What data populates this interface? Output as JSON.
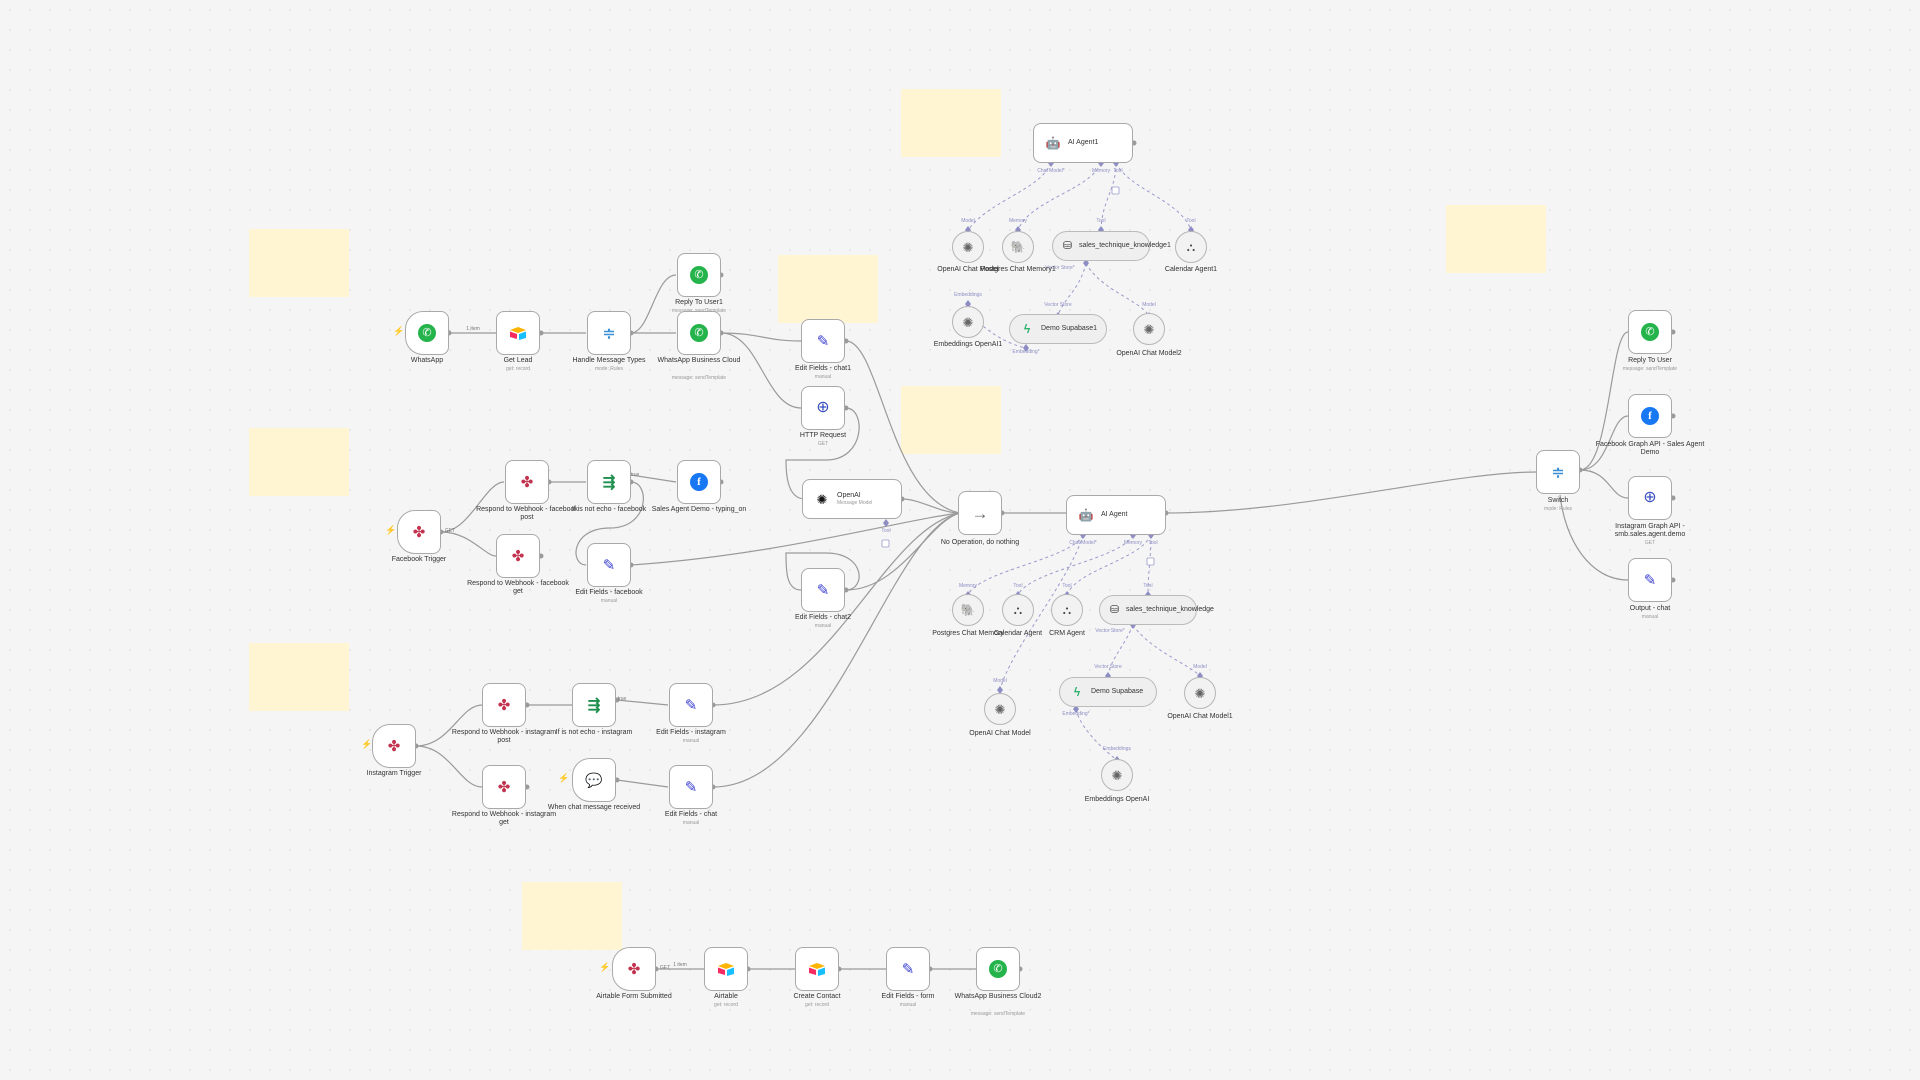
{
  "workflow": {
    "nodes": {
      "whatsapp": {
        "name": "WhatsApp",
        "icon": "whatsapp-icon"
      },
      "get_lead": {
        "name": "Get Lead",
        "sub": "get: record",
        "icon": "airtable-icon"
      },
      "handle_types": {
        "name": "Handle Message Types",
        "sub": "mode: Rules",
        "icon": "switch-icon"
      },
      "reply_user1": {
        "name": "Reply To User1",
        "sub": "message: sendTemplate",
        "icon": "whatsapp-icon"
      },
      "wa_cloud": {
        "name": "WhatsApp Business Cloud",
        "sub": "message: sendTemplate",
        "icon": "whatsapp-icon"
      },
      "edit_chat1": {
        "name": "Edit Fields - chat1",
        "sub": "manual",
        "icon": "pencil-icon"
      },
      "http_request": {
        "name": "HTTP Request",
        "sub": "GET",
        "icon": "globe-icon"
      },
      "openai_msg": {
        "name": "OpenAI",
        "sub": "Message Model",
        "icon": "openai-icon"
      },
      "fb_trigger": {
        "name": "Facebook Trigger",
        "icon": "webhook-icon"
      },
      "resp_fb_post": {
        "name": "Respond to Webhook - facebook post",
        "icon": "webhook-icon"
      },
      "resp_fb_get": {
        "name": "Respond to Webhook - facebook get",
        "icon": "webhook-icon"
      },
      "not_echo_fb": {
        "name": "If is not echo - facebook",
        "icon": "filter-icon"
      },
      "sales_typing": {
        "name": "Sales Agent Demo - typing_on",
        "icon": "facebook-icon"
      },
      "edit_fb": {
        "name": "Edit Fields - facebook",
        "sub": "manual",
        "icon": "pencil-icon"
      },
      "edit_chat2": {
        "name": "Edit Fields - chat2",
        "sub": "manual",
        "icon": "pencil-icon"
      },
      "no_op": {
        "name": "No Operation, do nothing",
        "icon": "arrow-right-icon"
      },
      "ig_trigger": {
        "name": "Instagram Trigger",
        "icon": "webhook-icon"
      },
      "resp_ig_post": {
        "name": "Respond to Webhook - instagram post",
        "icon": "webhook-icon"
      },
      "resp_ig_get": {
        "name": "Respond to Webhook - instagram get",
        "icon": "webhook-icon"
      },
      "not_echo_ig": {
        "name": "If is not echo - instagram",
        "icon": "filter-icon"
      },
      "edit_ig": {
        "name": "Edit Fields - instagram",
        "sub": "manual",
        "icon": "pencil-icon"
      },
      "chat_received": {
        "name": "When chat message received",
        "icon": "chat-icon"
      },
      "edit_chat": {
        "name": "Edit Fields - chat",
        "sub": "manual",
        "icon": "pencil-icon"
      },
      "ai_agent1": {
        "name": "AI Agent1",
        "icon": "robot-icon"
      },
      "openai_chat_model": {
        "name": "OpenAI Chat Model",
        "icon": "openai-icon"
      },
      "postgres_mem1": {
        "name": "Postgres Chat Memory1",
        "icon": "postgres-icon"
      },
      "sales_kb1": {
        "name": "sales_technique_knowledge1",
        "icon": "database-icon"
      },
      "calendar_agent1": {
        "name": "Calendar Agent1",
        "icon": "network-icon"
      },
      "emb_openai1": {
        "name": "Embeddings OpenAI1",
        "icon": "openai-icon"
      },
      "supabase1": {
        "name": "Demo Supabase1",
        "icon": "supabase-icon"
      },
      "openai_chat_model2": {
        "name": "OpenAI Chat Model2",
        "icon": "openai-icon"
      },
      "ai_agent": {
        "name": "AI Agent",
        "icon": "robot-icon"
      },
      "postgres_mem": {
        "name": "Postgres Chat Memory",
        "icon": "postgres-icon"
      },
      "calendar_agent": {
        "name": "Calendar Agent",
        "icon": "network-icon"
      },
      "crm_agent": {
        "name": "CRM Agent",
        "icon": "network-icon"
      },
      "sales_kb": {
        "name": "sales_technique_knowledge",
        "icon": "database-icon"
      },
      "supabase": {
        "name": "Demo Supabase",
        "icon": "supabase-icon"
      },
      "openai_chat_model_b": {
        "name": "OpenAI Chat Model",
        "icon": "openai-icon"
      },
      "openai_chat_model1": {
        "name": "OpenAI Chat Model1",
        "icon": "openai-icon"
      },
      "emb_openai": {
        "name": "Embeddings OpenAI",
        "icon": "openai-icon"
      },
      "switch": {
        "name": "Switch",
        "sub": "mode: Rules",
        "icon": "switch-icon"
      },
      "reply_user": {
        "name": "Reply To User",
        "sub": "message: sendTemplate",
        "icon": "whatsapp-icon"
      },
      "fb_graph": {
        "name": "Facebook Graph API - Sales Agent Demo",
        "icon": "facebook-icon"
      },
      "ig_graph": {
        "name": "Instagram Graph API - smb.sales.agent.demo",
        "sub": "GET",
        "icon": "globe-icon"
      },
      "output_chat": {
        "name": "Output - chat",
        "sub": "manual",
        "icon": "pencil-icon"
      },
      "airtable_form": {
        "name": "Airtable Form Submitted",
        "icon": "webhook-icon"
      },
      "airtable": {
        "name": "Airtable",
        "sub": "get: record",
        "icon": "airtable-icon"
      },
      "create_contact": {
        "name": "Create Contact",
        "sub": "get: record",
        "icon": "airtable-icon"
      },
      "edit_form": {
        "name": "Edit Fields - form",
        "sub": "manual",
        "icon": "pencil-icon"
      },
      "wa_cloud2": {
        "name": "WhatsApp Business Cloud2",
        "sub": "message: sendTemplate",
        "icon": "whatsapp-icon"
      }
    },
    "edge_labels": {
      "one_item": "1 item",
      "one_item_b": "1 item",
      "get": "GET",
      "true": "true",
      "chat_model": "Chat Model*",
      "memory": "Memory",
      "tool": "Tool",
      "model": "Model",
      "embeddings": "Embeddings",
      "embedding_star": "Embedding*",
      "vector_store": "Vector Store",
      "vector_store_star": "Vector Store*"
    },
    "colors": {
      "whatsapp": "#25b34b",
      "facebook": "#1877f2",
      "sticky": "#fff5d3",
      "edit": "#3a3fd0",
      "trigger": "#e23b3b"
    }
  }
}
